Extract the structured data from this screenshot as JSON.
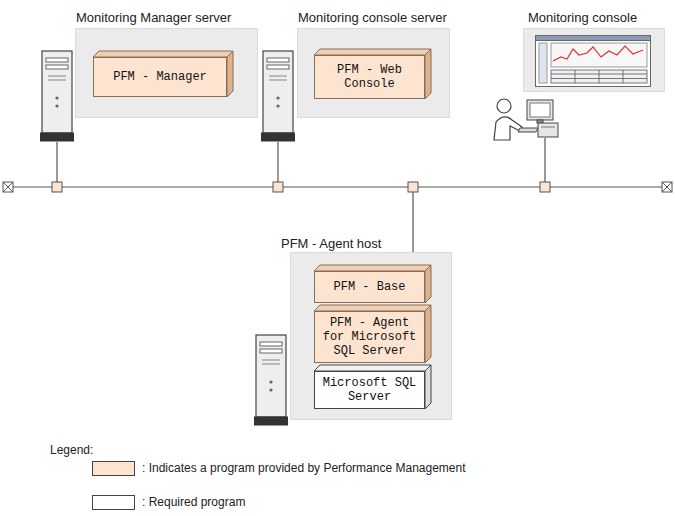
{
  "diagram": {
    "nodes": [
      {
        "text": [
          "Monitoring Manager server"
        ]
      },
      {
        "text": [
          "PFM - Manager"
        ],
        "in": 0
      },
      {
        "text": [
          "Monitoring console server"
        ]
      },
      {
        "text": [
          "PFM - Web Console"
        ],
        "in": 2
      },
      {
        "text": [
          "Monitoring console"
        ]
      },
      {
        "text": [
          "PFM - Agent host"
        ]
      },
      {
        "text": [
          "PFM - Base"
        ],
        "in": 5
      },
      {
        "text": [
          "PFM - Agent for Microsoft SQL Server"
        ],
        "in": 5
      },
      {
        "text": [
          "Microsoft SQL Server"
        ],
        "in": 5
      }
    ],
    "labels": [
      "Legend:"
    ],
    "legend": [
      {
        "text": ": Indicates a program provided by Performance Management",
        "color": "#fce4d0"
      },
      {
        "text": ": Required program",
        "color": "#ffffff"
      }
    ]
  }
}
